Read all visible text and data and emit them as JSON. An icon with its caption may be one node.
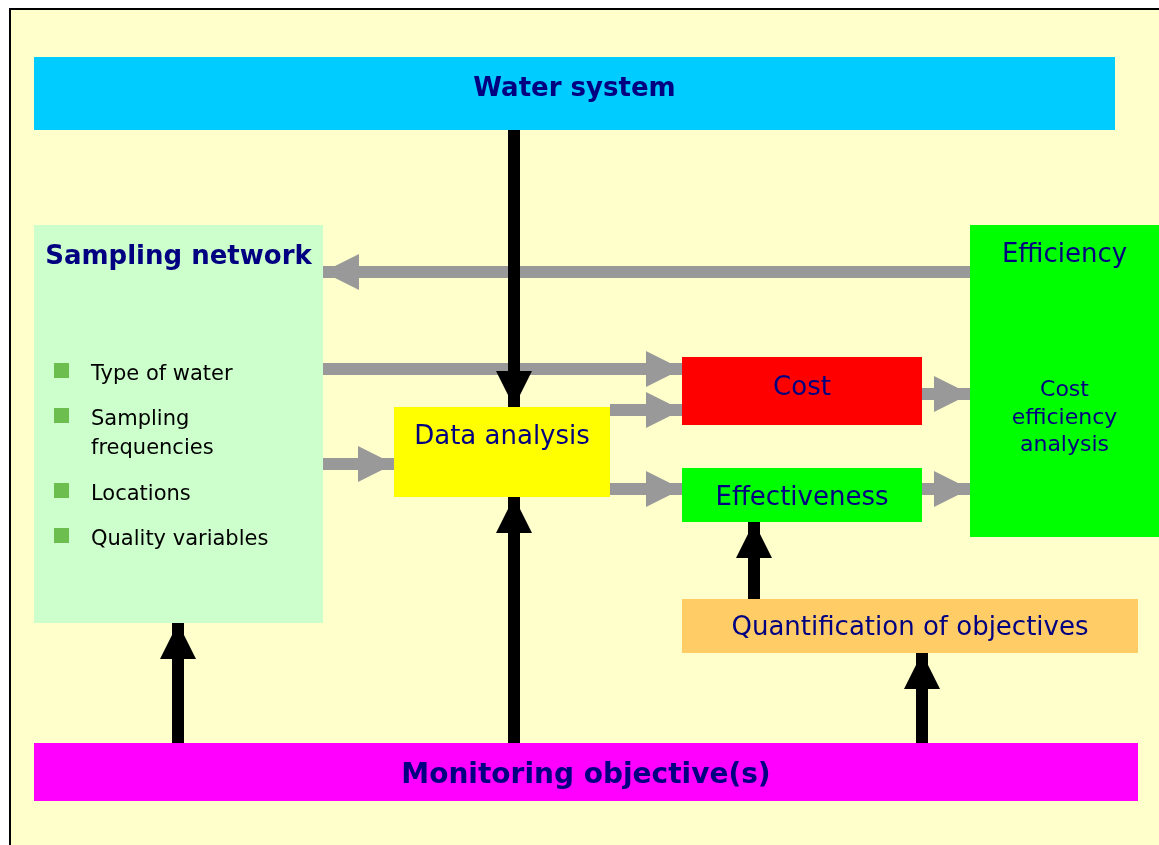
{
  "diagram": {
    "nodes": [
      {
        "text": [
          "Water system"
        ]
      },
      {
        "text": [
          "Sampling network",
          "Type of water",
          "Sampling frequencies",
          "Locations",
          "Quality variables"
        ]
      },
      {
        "text": [
          "Data analysis"
        ]
      },
      {
        "text": [
          "Cost"
        ]
      },
      {
        "text": [
          "Effectiveness"
        ]
      },
      {
        "text": [
          "Efficiency",
          "Cost efficiency analysis"
        ]
      },
      {
        "text": [
          "Quantification of objectives"
        ]
      },
      {
        "text": [
          "Monitoring objective(s)"
        ]
      }
    ],
    "edges": [
      {
        "from": 0,
        "to": 2,
        "arrow": "to",
        "color": "#000000"
      },
      {
        "from": 5,
        "to": 1,
        "arrow": "to"
      },
      {
        "from": 1,
        "to": 3,
        "arrow": "to"
      },
      {
        "from": 1,
        "to": 2,
        "arrow": "to"
      },
      {
        "from": 2,
        "to": 3,
        "arrow": "to"
      },
      {
        "from": 2,
        "to": 4,
        "arrow": "to"
      },
      {
        "from": 3,
        "to": 5,
        "arrow": "to"
      },
      {
        "from": 4,
        "to": 5,
        "arrow": "to"
      },
      {
        "from": 6,
        "to": 4,
        "arrow": "to",
        "color": "#000000"
      },
      {
        "from": 7,
        "to": 1,
        "arrow": "to",
        "color": "#000000"
      },
      {
        "from": 7,
        "to": 2,
        "arrow": "to",
        "color": "#000000"
      },
      {
        "from": 7,
        "to": 6,
        "arrow": "to",
        "color": "#000000"
      }
    ]
  }
}
